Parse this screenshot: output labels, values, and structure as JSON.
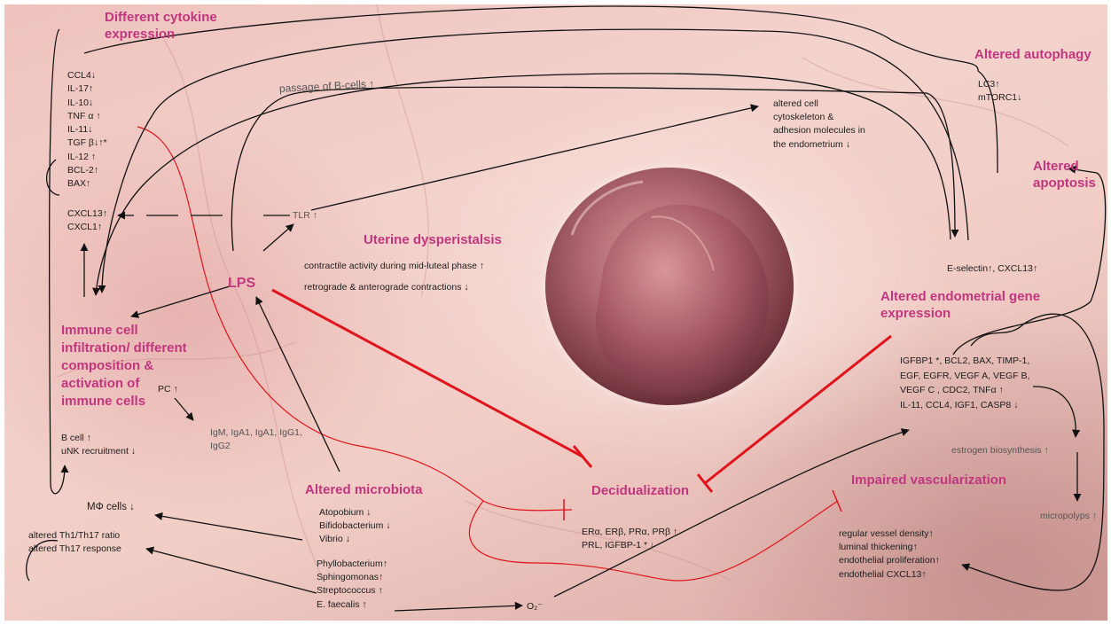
{
  "headings": {
    "cytokine": [
      "Different cytokine",
      "expression"
    ],
    "autophagy": "Altered autophagy",
    "apoptosis": [
      "Altered",
      "apoptosis"
    ],
    "dysperistalsis": "Uterine dysperistalsis",
    "gene_expression": [
      "Altered endometrial gene",
      "expression"
    ],
    "immune": [
      "Immune cell",
      "infiltration/ different",
      "composition &",
      "activation of",
      "immune cells"
    ],
    "microbiota": "Altered microbiota",
    "decidualization": "Decidualization",
    "vascularization": "Impaired vascularization",
    "lps": "LPS"
  },
  "cytokine_list": [
    "CCL4↓",
    "IL-17↑",
    "IL-10↓",
    "TNF α ↑",
    "IL-11↓",
    "TGF β↓↑*",
    "IL-12 ↑",
    "BCL-2↑",
    "BAX↑"
  ],
  "chemokines": [
    "CXCL13↑",
    "CXCL1↑"
  ],
  "passage_b_cells": "passage of B-cells ↑",
  "cytoskeleton": [
    "altered cell",
    "cytoskeleton &",
    "adhesion molecules in",
    "the endometrium ↓"
  ],
  "autophagy_list": [
    "LC3↑",
    "mTORC1↓"
  ],
  "tlr": "TLR ↑",
  "dysperistalsis_list": [
    "contractile activity during mid-luteal phase  ↑",
    "retrograde & anterograde  contractions ↓"
  ],
  "selectin": "E-selectin↑, CXCL13↑",
  "gene_list": [
    "IGFBP1 *, BCL2, BAX, TIMP-1,",
    "EGF, EGFR, VEGF A, VEGF B,",
    "VEGF C , CDC2, TNFα ↑",
    "IL-11, CCL4, IGF1, CASP8 ↓"
  ],
  "pc": "PC ↑",
  "immunoglobulins": [
    "IgM, IgA1, IgA1, IgG1,",
    "IgG2"
  ],
  "b_cell": [
    "B cell ↑",
    "uNK recruitment ↓"
  ],
  "macrophage": "MΦ cells ↓",
  "th": [
    "altered Th1/Th17 ratio",
    "altered Th17 response"
  ],
  "microbiota_down": [
    "Atopobium ↓",
    "Bifidobacterium ↓",
    "Vibrio ↓"
  ],
  "microbiota_up": [
    "Phyllobacterium↑",
    " Sphingomonas↑",
    "Streptococcus ↑",
    "E. faecalis ↑"
  ],
  "decidualization_list": [
    "ERα, ERβ, PRα, PRβ ↑",
    "PRL, IGFBP-1 * ↓"
  ],
  "superoxide": "O₂⁻",
  "estrogen": "estrogen biosynthesis ↑",
  "micropolyps": "micropolyps ↑",
  "vascular_list": [
    "regular vessel density↑",
    "luminal thickening↑",
    "endothelial proliferation↑",
    "endothelial CXCL13↑"
  ]
}
